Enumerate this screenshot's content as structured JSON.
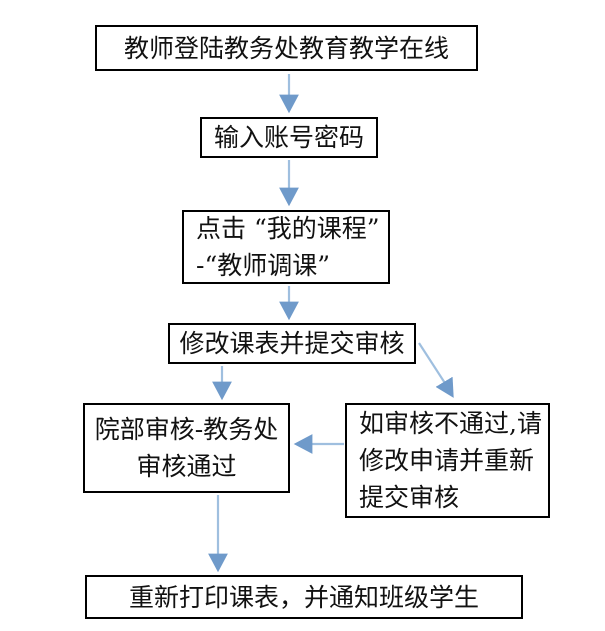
{
  "diagram": {
    "title": "teacher-course-adjustment-flowchart",
    "colors": {
      "background": "#ffffff",
      "box_border": "#000000",
      "box_text": "#111111",
      "arrow_shaft": "#9fbfdf",
      "arrow_head": "#6f9aca"
    },
    "nodes": [
      {
        "id": "login",
        "lines": [
          "教师登陆教务处教育教学在线"
        ]
      },
      {
        "id": "credentials",
        "lines": [
          "输入账号密码"
        ]
      },
      {
        "id": "click-menu",
        "lines": [
          "点击 “我的课程”",
          "-“教师调课”"
        ]
      },
      {
        "id": "modify-submit",
        "lines": [
          "修改课表并提交审核"
        ]
      },
      {
        "id": "review-pass",
        "lines": [
          "院部审核-教务处",
          "审核通过"
        ]
      },
      {
        "id": "review-fail",
        "lines": [
          "如审核不通过,请",
          "修改申请并重新",
          "提交审核"
        ]
      },
      {
        "id": "reprint-notify",
        "lines": [
          "重新打印课表，并通知班级学生"
        ]
      }
    ],
    "edges": [
      {
        "from": "login",
        "to": "credentials"
      },
      {
        "from": "credentials",
        "to": "click-menu"
      },
      {
        "from": "click-menu",
        "to": "modify-submit"
      },
      {
        "from": "modify-submit",
        "to": "review-pass"
      },
      {
        "from": "modify-submit",
        "to": "review-fail"
      },
      {
        "from": "review-fail",
        "to": "review-pass"
      },
      {
        "from": "review-pass",
        "to": "reprint-notify"
      }
    ]
  }
}
